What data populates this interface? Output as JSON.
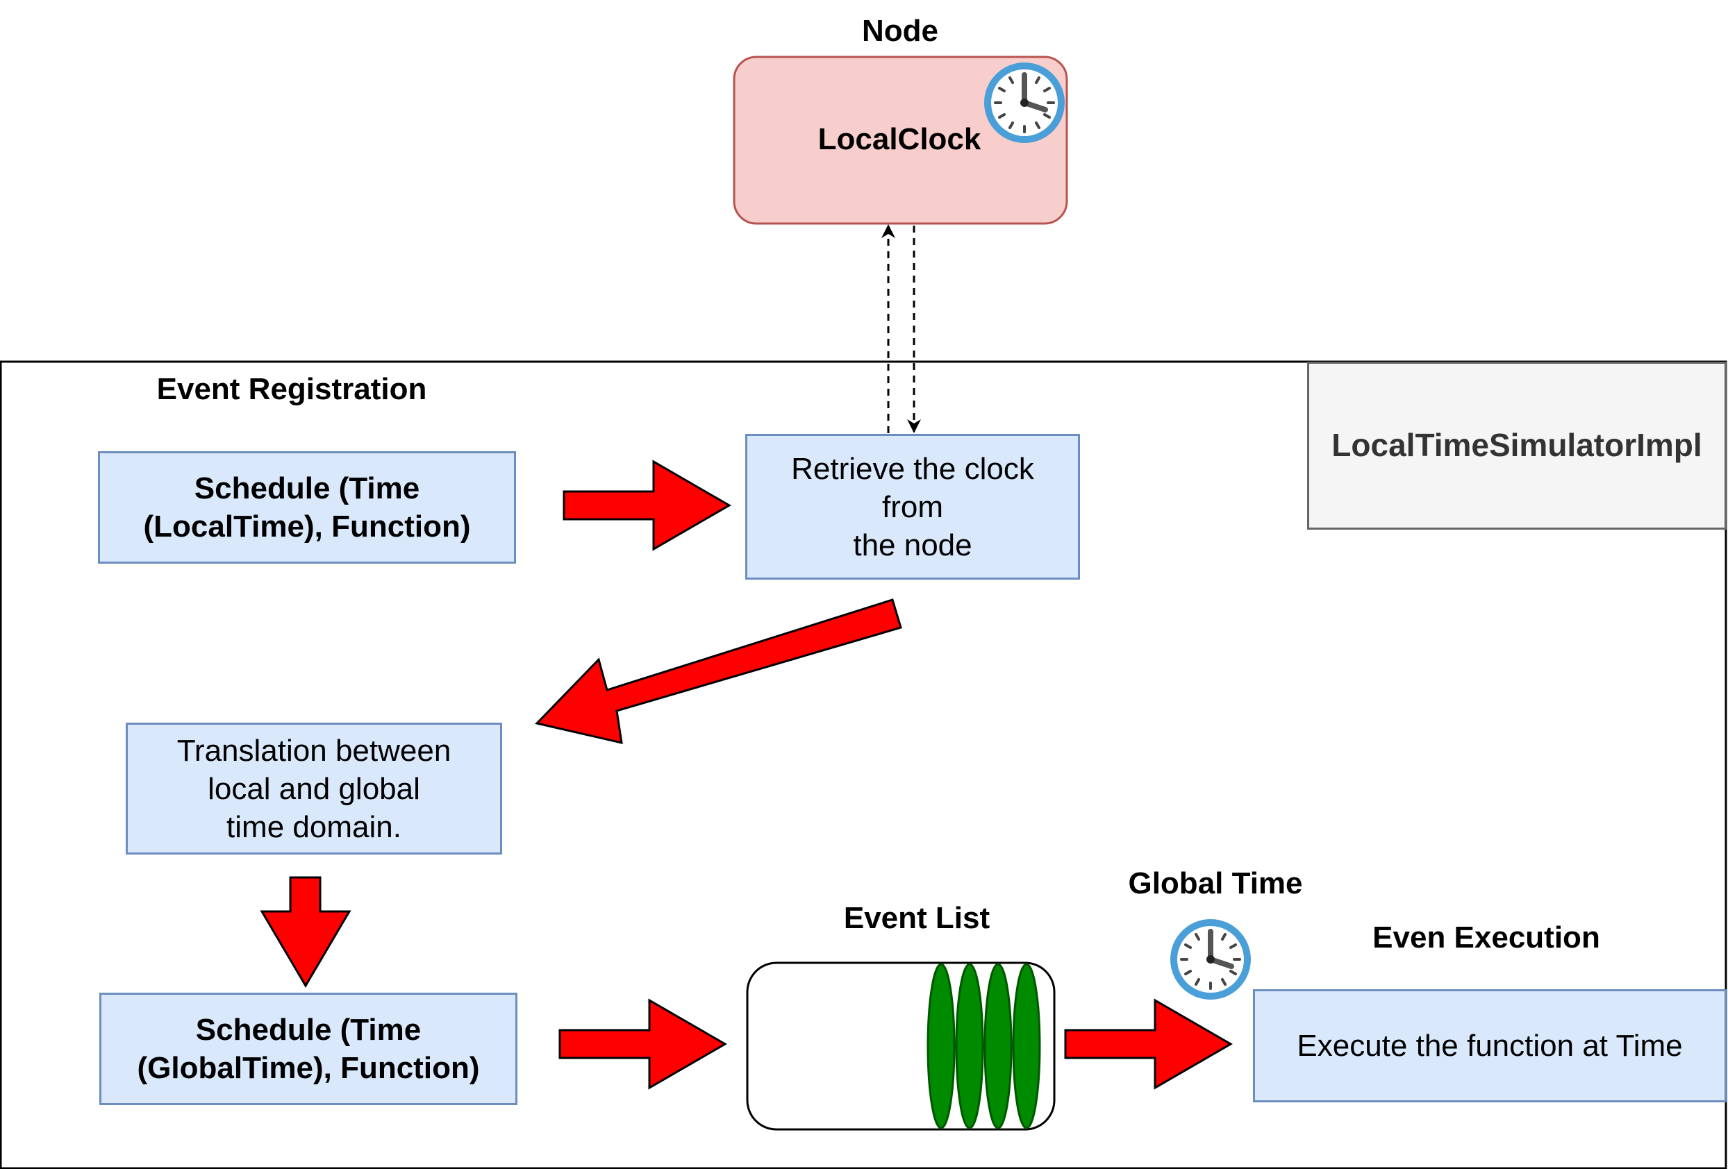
{
  "diagram": {
    "node": {
      "title": "Node",
      "clock_label": "LocalClock",
      "clock_icon": "clock-icon",
      "fill": "#f8cecc",
      "stroke": "#b85450"
    },
    "container": {
      "section_title": "Event Registration",
      "tag": "LocalTimeSimulatorImpl",
      "tag_fill": "#f5f5f5",
      "tag_stroke": "#666666"
    },
    "steps": {
      "schedule_local": "Schedule (Time\n(LocalTime), Function)",
      "retrieve_clock": "Retrieve the clock\nfrom\nthe node",
      "translation": "Translation between\nlocal and global\ntime domain.",
      "schedule_global": "Schedule (Time\n(GlobalTime), Function)",
      "execute": "Execute the function at Time"
    },
    "labels": {
      "event_list": "Event List",
      "global_time": "Global Time",
      "even_execution": "Even Execution"
    },
    "colors": {
      "box_fill": "#dae8fc",
      "box_stroke": "#6c8ebf",
      "arrow_fill": "#ff0000",
      "event_fill": "#008a00",
      "event_stroke": "#005700"
    },
    "event_list_items": 4
  }
}
